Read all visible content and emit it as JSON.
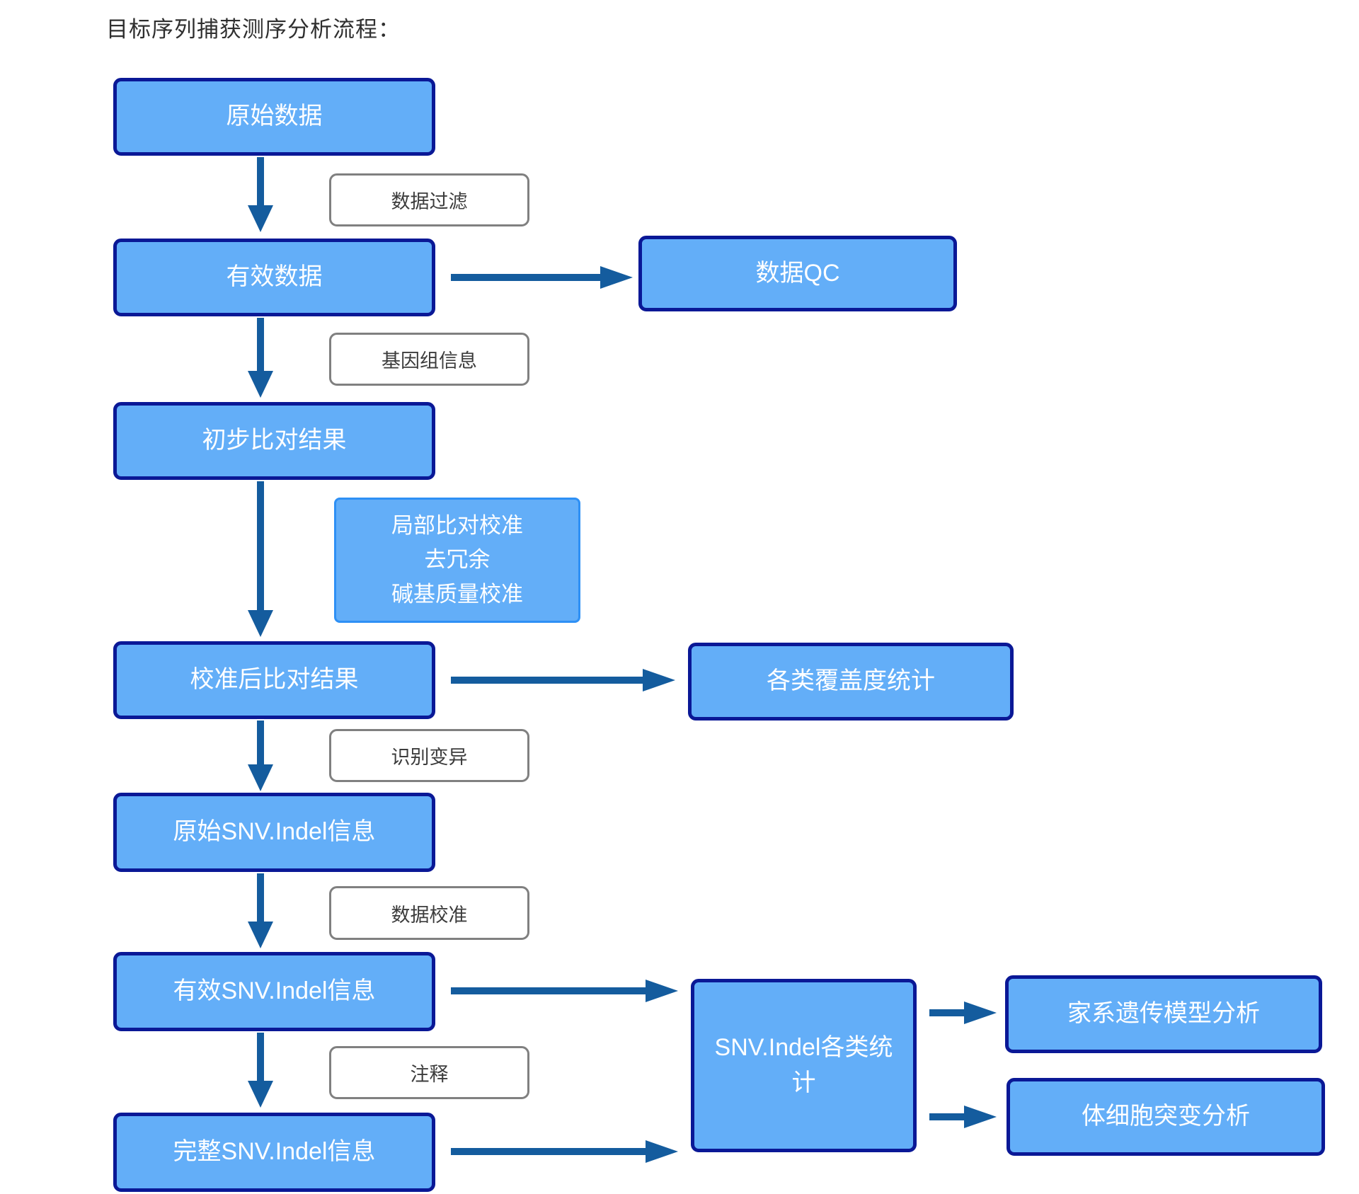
{
  "title": "目标序列捕获测序分析流程：",
  "colors": {
    "node_fill": "#63AEF8",
    "node_border": "#0A1896",
    "blue_label_border": "#2E90F5",
    "white_label_border": "#808080",
    "arrow": "#145C9E",
    "node_text": "#FFFFFF",
    "title_text": "#2F2F2F"
  },
  "nodes": {
    "raw_data": {
      "label": "原始数据"
    },
    "data_filter": {
      "label": "数据过滤"
    },
    "valid_data": {
      "label": "有效数据"
    },
    "data_qc": {
      "label": "数据QC"
    },
    "genome_info": {
      "label": "基因组信息"
    },
    "prelim_align": {
      "label": "初步比对结果"
    },
    "recalibration_steps": {
      "lines": [
        "局部比对校准",
        "去冗余",
        "碱基质量校准"
      ]
    },
    "calibrated_align": {
      "label": "校准后比对结果"
    },
    "coverage_stats": {
      "label": "各类覆盖度统计"
    },
    "variant_calling": {
      "label": "识别变异"
    },
    "raw_snv_indel": {
      "label": "原始SNV.Indel信息"
    },
    "data_calibration": {
      "label": "数据校准"
    },
    "valid_snv_indel": {
      "label": "有效SNV.Indel信息"
    },
    "annotation": {
      "label": "注释"
    },
    "complete_snv_indel": {
      "label": "完整SNV.Indel信息"
    },
    "snv_indel_stats": {
      "label": "SNV.Indel各类统计"
    },
    "pedigree_model_analysis": {
      "label": "家系遗传模型分析"
    },
    "somatic_mutation_analysis": {
      "label": "体细胞突变分析"
    }
  }
}
